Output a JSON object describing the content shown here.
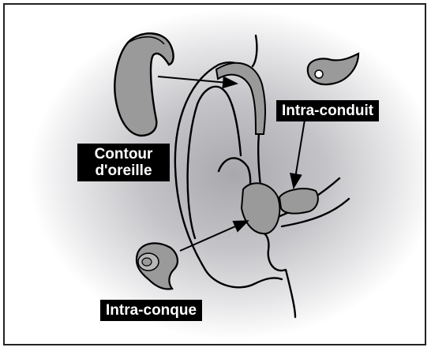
{
  "labels": {
    "contour": "Contour\nd'oreille",
    "conduit": "Intra-conduit",
    "conque": "Intra-conque"
  },
  "colors": {
    "device_fill": "#9a9a9a",
    "line": "#000000",
    "label_bg": "#000000",
    "label_text": "#ffffff",
    "background_center": "#a9a9ad",
    "background_edge": "#ffffff"
  }
}
